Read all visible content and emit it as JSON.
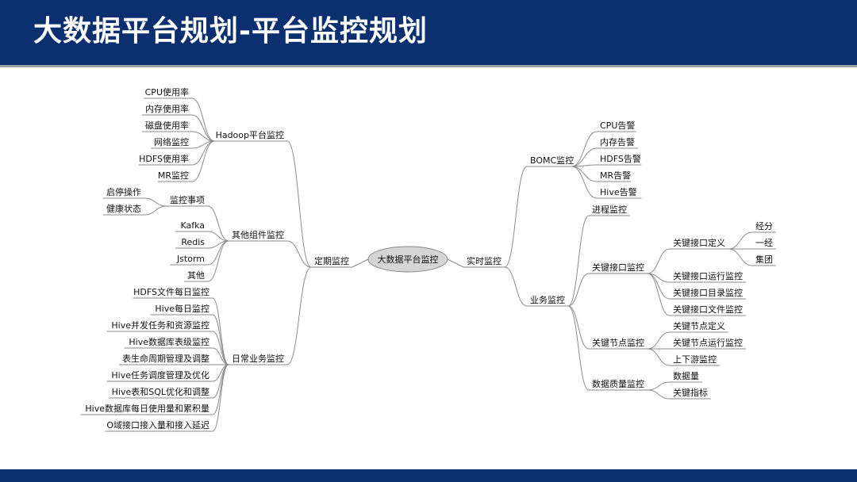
{
  "header": {
    "title": "大数据平台规划-平台监控规划"
  },
  "mindmap": {
    "root": "大数据平台监控",
    "left": {
      "label": "定期监控",
      "groups": [
        {
          "label": "Hadoop平台监控",
          "items": [
            "CPU使用率",
            "内存使用率",
            "磁盘使用率",
            "网络监控",
            "HDFS使用率",
            "MR监控"
          ]
        },
        {
          "label": "其他组件监控",
          "sub": {
            "label": "监控事项",
            "items": [
              "启停操作",
              "健康状态"
            ]
          },
          "items": [
            "Kafka",
            "Redis",
            "Jstorm",
            "其他"
          ]
        },
        {
          "label": "日常业务监控",
          "items": [
            "HDFS文件每日监控",
            "Hive每日监控",
            "Hive并发任务和资源监控",
            "Hive数据库表级监控",
            "表生命周期管理及调整",
            "Hive任务调度管理及优化",
            "Hive表和SQL优化和调整",
            "Hive数据库每日使用量和累积量",
            "O域接口接入量和接入延迟"
          ]
        }
      ]
    },
    "right": {
      "label": "实时监控",
      "bomc": {
        "label": "BOMC监控",
        "items": [
          "CPU告警",
          "内存告警",
          "HDFS告警",
          "MR告警",
          "Hive告警"
        ]
      },
      "business": {
        "label": "业务监控",
        "process": "进程监控",
        "interface": {
          "label": "关键接口监控",
          "define": {
            "label": "关键接口定义",
            "items": [
              "经分",
              "一经",
              "集团"
            ]
          },
          "items": [
            "关键接口运行监控",
            "关键接口目录监控",
            "关键接口文件监控"
          ]
        },
        "node": {
          "label": "关键节点监控",
          "items": [
            "关键节点定义",
            "关键节点运行监控",
            "上下游监控"
          ]
        },
        "quality": {
          "label": "数据质量监控",
          "items": [
            "数据量",
            "关键指标"
          ]
        }
      }
    }
  }
}
